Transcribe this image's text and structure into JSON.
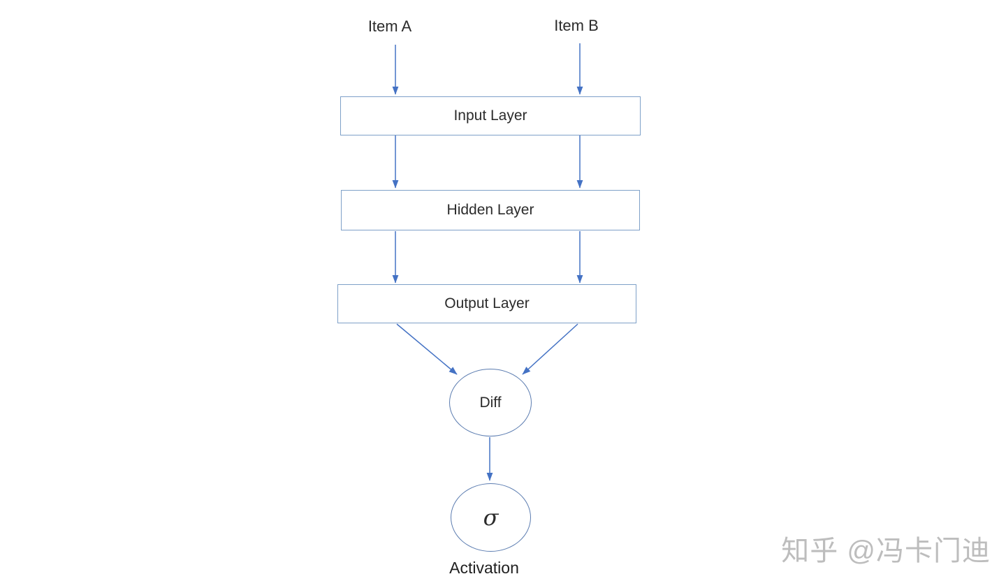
{
  "diagram": {
    "title_hint": "siamese-network-flow",
    "inputs": [
      {
        "label": "Item A"
      },
      {
        "label": "Item B"
      }
    ],
    "layers": [
      {
        "label": "Input Layer"
      },
      {
        "label": "Hidden Layer"
      },
      {
        "label": "Output Layer"
      }
    ],
    "nodes": [
      {
        "label": "Diff"
      },
      {
        "label": "σ"
      }
    ],
    "activation_label": "Activation",
    "colors": {
      "arrow": "#4472c4",
      "box_border": "#7ea0c8",
      "circle_border": "#5b7cb0",
      "text": "#2b2b2b",
      "watermark": "#bdbdbd"
    }
  },
  "watermark": {
    "text": "知乎 @冯卡门迪"
  }
}
